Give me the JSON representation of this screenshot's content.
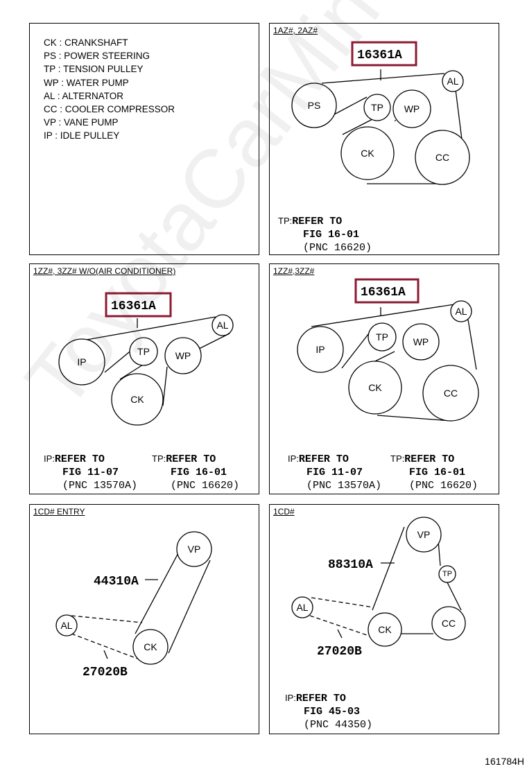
{
  "legend": [
    "CK : CRANKSHAFT",
    "PS : POWER STEERING",
    "TP : TENSION PULLEY",
    "WP : WATER PUMP",
    "AL : ALTERNATOR",
    "CC : COOLER COMPRESSOR",
    "VP : VANE PUMP",
    "IP : IDLE PULLEY"
  ],
  "panels": {
    "p1": {
      "title": "1AZ#, 2AZ#",
      "part": "16361A",
      "pulleys": {
        "ps": "PS",
        "tp": "TP",
        "wp": "WP",
        "al": "AL",
        "ck": "CK",
        "cc": "CC"
      },
      "ref": {
        "abbr": "TP:",
        "line1": "REFER TO",
        "line2": "FIG 16-01",
        "line3": "(PNC 16620)"
      }
    },
    "p2": {
      "title": "1ZZ#, 3ZZ#  W/O(AIR CONDITIONER)",
      "part": "16361A",
      "pulleys": {
        "ip": "IP",
        "tp": "TP",
        "wp": "WP",
        "al": "AL",
        "ck": "CK"
      },
      "ref_ip": {
        "abbr": "IP:",
        "line1": "REFER TO",
        "line2": "FIG 11-07",
        "line3": "(PNC 13570A)"
      },
      "ref_tp": {
        "abbr": "TP:",
        "line1": "REFER TO",
        "line2": "FIG 16-01",
        "line3": "(PNC 16620)"
      }
    },
    "p3": {
      "title": "1ZZ#,3ZZ#",
      "part": "16361A",
      "pulleys": {
        "ip": "IP",
        "tp": "TP",
        "wp": "WP",
        "al": "AL",
        "ck": "CK",
        "cc": "CC"
      },
      "ref_ip": {
        "abbr": "IP:",
        "line1": "REFER TO",
        "line2": "FIG 11-07",
        "line3": "(PNC 13570A)"
      },
      "ref_tp": {
        "abbr": "TP:",
        "line1": "REFER TO",
        "line2": "FIG 16-01",
        "line3": "(PNC 16620)"
      }
    },
    "p4": {
      "title": "1CD#  ENTRY",
      "part_vp": "44310A",
      "part_al": "27020B",
      "pulleys": {
        "vp": "VP",
        "al": "AL",
        "ck": "CK"
      }
    },
    "p5": {
      "title": "1CD#",
      "part_vp": "88310A",
      "part_al": "27020B",
      "pulleys": {
        "vp": "VP",
        "tp": "TP",
        "al": "AL",
        "ck": "CK",
        "cc": "CC"
      },
      "ref": {
        "abbr": "IP:",
        "line1": "REFER TO",
        "line2": "FIG 45-03",
        "line3": "(PNC 44350)"
      }
    }
  },
  "watermark": "ToyotaCarMine.ru",
  "footer": "161784H"
}
